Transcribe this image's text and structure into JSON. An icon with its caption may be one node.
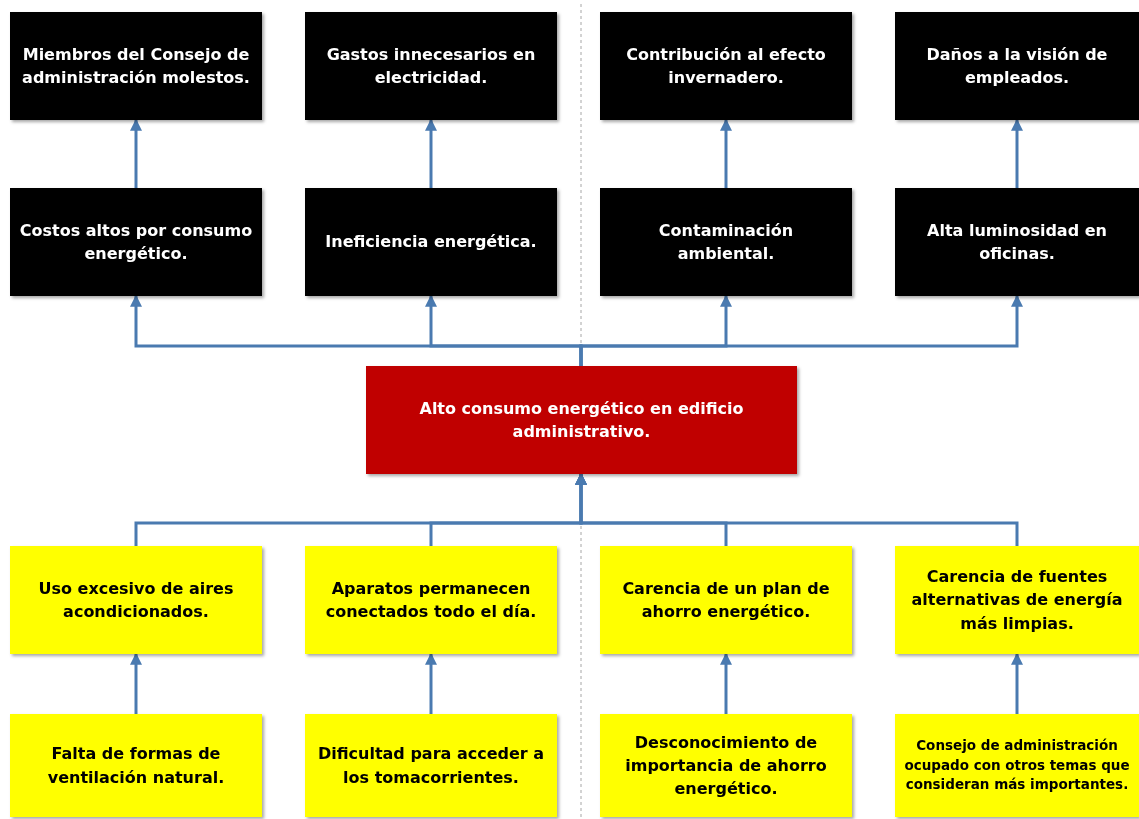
{
  "diagram": {
    "nodes": [
      {
        "text": [
          "Miembros del Consejo de administración molestos."
        ]
      },
      {
        "text": [
          "Gastos innecesarios en electricidad."
        ]
      },
      {
        "text": [
          "Contribución al efecto invernadero."
        ]
      },
      {
        "text": [
          "Daños a la visión de empleados."
        ]
      },
      {
        "text": [
          "Costos altos por consumo energético."
        ]
      },
      {
        "text": [
          "Ineficiencia energética."
        ]
      },
      {
        "text": [
          "Contaminación ambiental."
        ]
      },
      {
        "text": [
          "Alta luminosidad en oficinas."
        ]
      },
      {
        "text": [
          "Alto consumo energético en edificio administrativo."
        ]
      },
      {
        "text": [
          "Uso excesivo de aires acondicionados."
        ]
      },
      {
        "text": [
          "Aparatos permanecen conectados todo el día."
        ]
      },
      {
        "text": [
          "Carencia de un plan de ahorro energético."
        ]
      },
      {
        "text": [
          "Carencia de fuentes alternativas de energía más limpias."
        ]
      },
      {
        "text": [
          "Falta de formas de ventilación natural."
        ]
      },
      {
        "text": [
          "Dificultad para acceder a los tomacorrientes."
        ]
      },
      {
        "text": [
          "Desconocimiento de importancia de ahorro energético."
        ]
      },
      {
        "text": [
          "Consejo de administración ocupado con otros temas que consideran más importantes."
        ]
      }
    ],
    "edges": [
      {
        "from": 4,
        "to": 0,
        "arrow": "to"
      },
      {
        "from": 5,
        "to": 1,
        "arrow": "to"
      },
      {
        "from": 6,
        "to": 2,
        "arrow": "to"
      },
      {
        "from": 7,
        "to": 3,
        "arrow": "to"
      },
      {
        "from": 8,
        "to": 4,
        "arrow": "to"
      },
      {
        "from": 8,
        "to": 5,
        "arrow": "to"
      },
      {
        "from": 8,
        "to": 6,
        "arrow": "to"
      },
      {
        "from": 8,
        "to": 7,
        "arrow": "to"
      },
      {
        "from": 9,
        "to": 8,
        "arrow": "to"
      },
      {
        "from": 10,
        "to": 8,
        "arrow": "to"
      },
      {
        "from": 11,
        "to": 8,
        "arrow": "to"
      },
      {
        "from": 12,
        "to": 8,
        "arrow": "to"
      },
      {
        "from": 13,
        "to": 9,
        "arrow": "to"
      },
      {
        "from": 14,
        "to": 10,
        "arrow": "to"
      },
      {
        "from": 15,
        "to": 11,
        "arrow": "to"
      },
      {
        "from": 16,
        "to": 12,
        "arrow": "to"
      }
    ]
  }
}
